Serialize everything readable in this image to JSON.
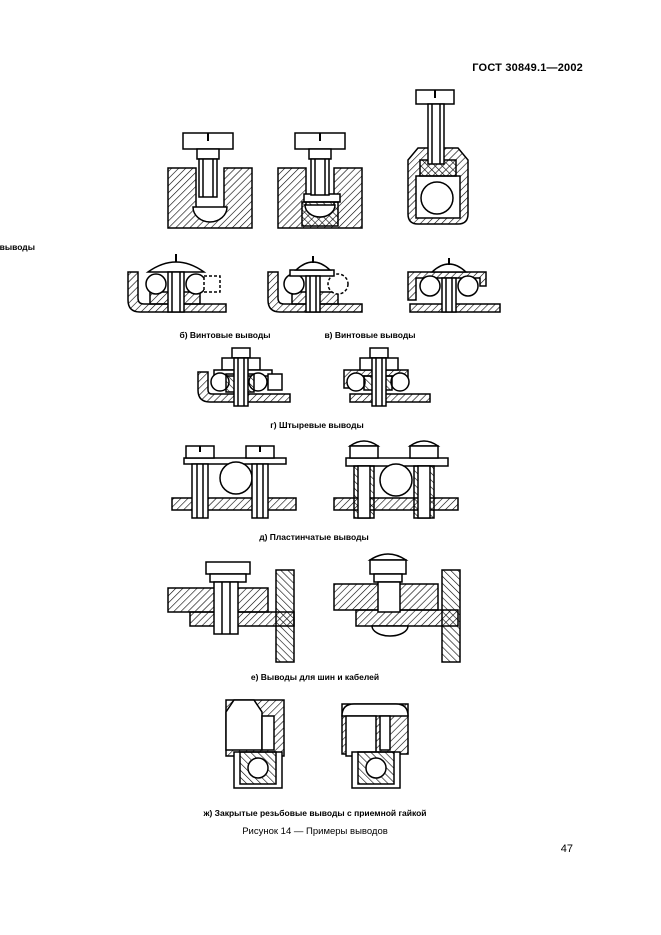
{
  "header": {
    "standard": "ГОСТ 30849.1—2002"
  },
  "captions": {
    "a": "а) Столбчатые выводы",
    "b": "б) Винтовые выводы",
    "v": "в) Винтовые выводы",
    "g": "г) Штыревые выводы",
    "d": "д) Пластинчатые выводы",
    "e": "е) Выводы для шин и кабелей",
    "zh": "ж) Закрытые резьбовые выводы с приемной гайкой"
  },
  "figure": {
    "caption": "Рисунок 14 — Примеры выводов"
  },
  "page": {
    "number": "47"
  }
}
